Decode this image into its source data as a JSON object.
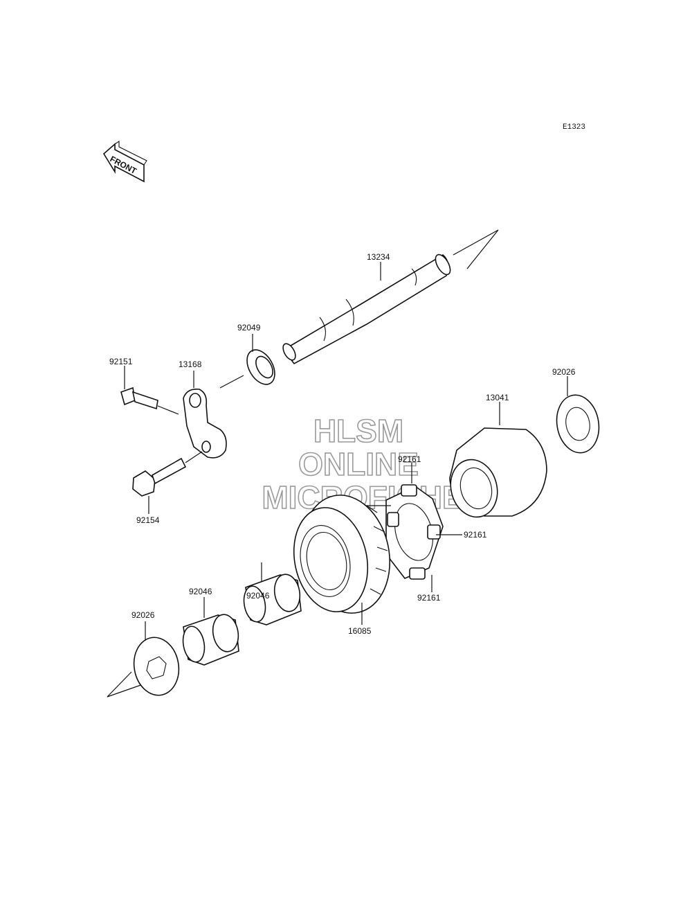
{
  "diagram_code": "E1323",
  "front_arrow_text": "FRONT",
  "watermark": [
    "HLSM",
    "ONLINE",
    "MICROFICHE"
  ],
  "labels": {
    "shaft": "13234",
    "bearing": "92049",
    "bolt_top": "92151",
    "lever": "13168",
    "bolt_bottom": "92154",
    "hub": "13041",
    "washer_right": "92026",
    "damper_top": "92161",
    "damper_left": "92161",
    "damper_right": "92161",
    "damper_bottom": "92161",
    "gear": "16085",
    "needle_bearing_upper": "92046",
    "needle_bearing_lower": "92046",
    "washer_left": "92026"
  }
}
